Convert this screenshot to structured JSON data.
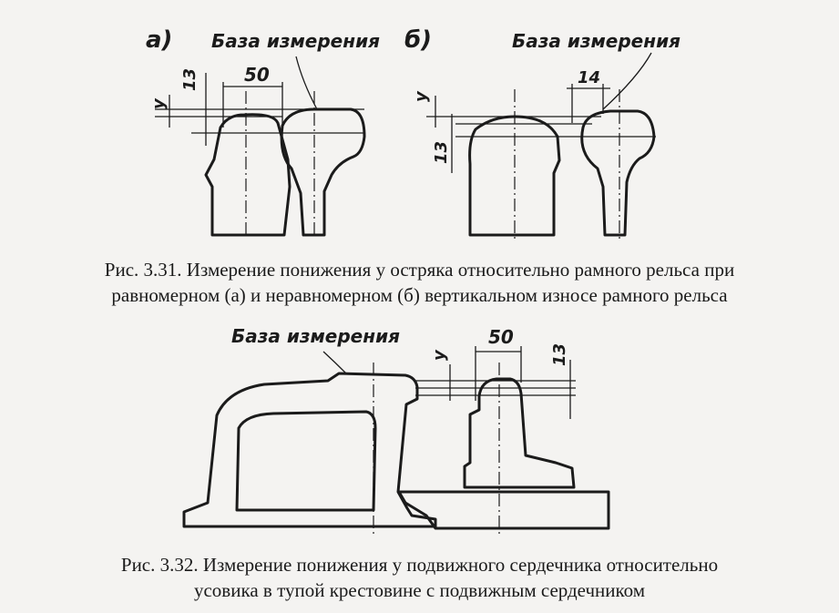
{
  "figure_331": {
    "panel_a_label": "а)",
    "panel_b_label": "б)",
    "panel_a_base_label": "База измерения",
    "panel_b_base_label": "База измерения",
    "dim_50": "50",
    "dim_13_a": "13",
    "dim_y_a": "y",
    "dim_14": "14",
    "dim_y_b": "y",
    "dim_13_b": "13",
    "caption_line1": "Рис. 3.31. Измерение понижения y остряка относительно рамного рельса при",
    "caption_line2": "равномерном (а) и неравномерном (б) вертикальном износе рамного рельса"
  },
  "figure_332": {
    "base_label": "База измерения",
    "dim_y": "y",
    "dim_50": "50",
    "dim_13": "13",
    "caption_line1": "Рис. 3.32. Измерение понижения y подвижного сердечника относительно",
    "caption_line2": "усовика в тупой крестовине с подвижным сердечником"
  }
}
